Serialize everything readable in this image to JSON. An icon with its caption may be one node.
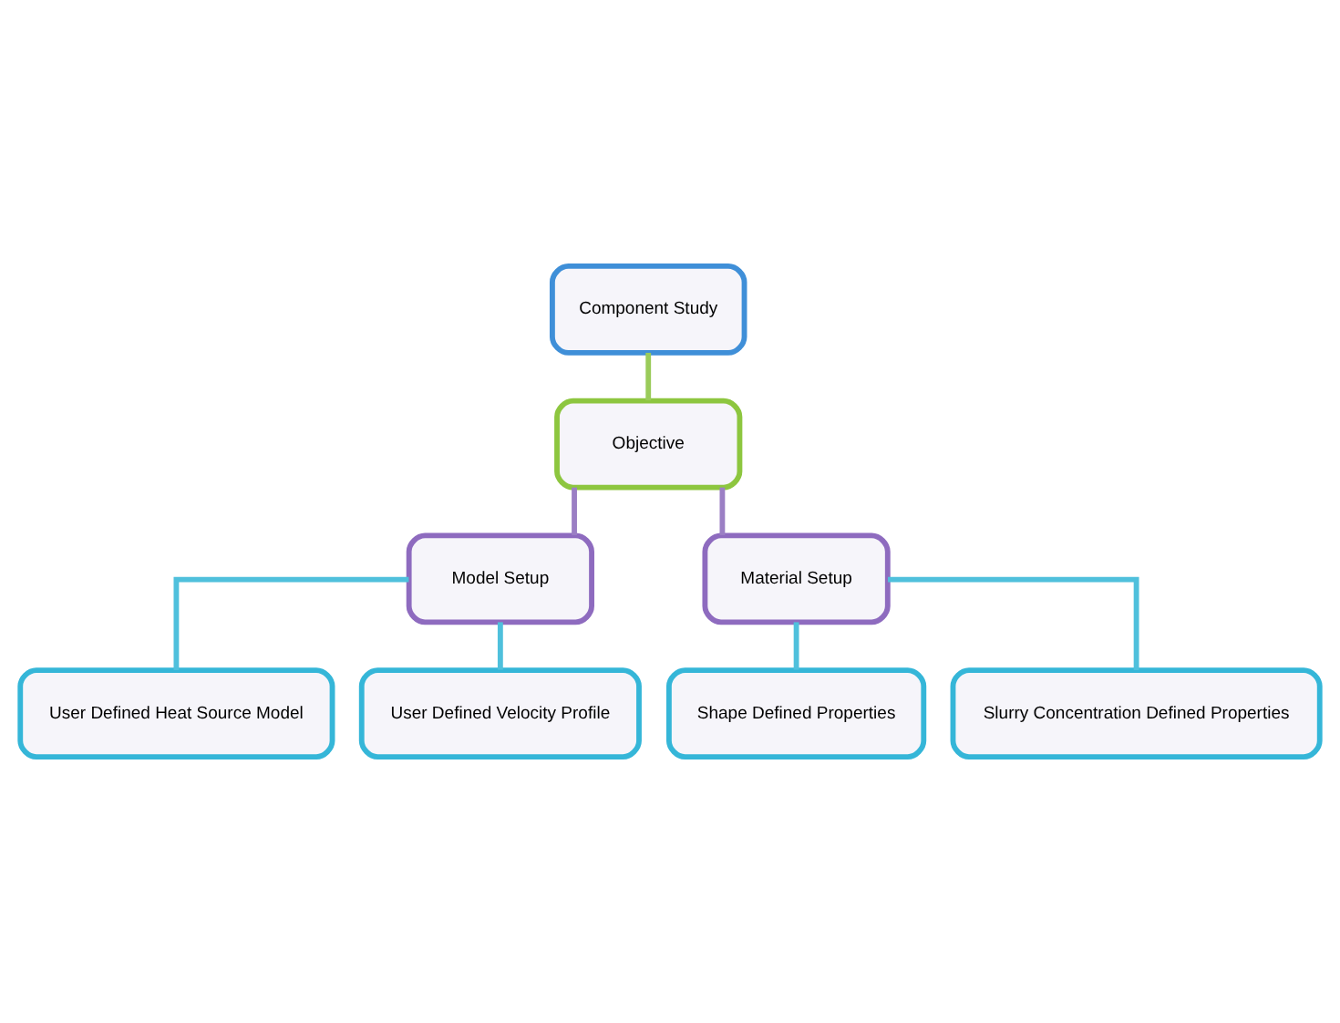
{
  "diagram": {
    "nodes": [
      {
        "text": [
          "Component Study"
        ]
      },
      {
        "text": [
          "Objective"
        ]
      },
      {
        "text": [
          "Model Setup"
        ]
      },
      {
        "text": [
          "Material Setup"
        ]
      },
      {
        "text": [
          "User Defined Heat Source Model"
        ]
      },
      {
        "text": [
          "User Defined Velocity Profile"
        ]
      },
      {
        "text": [
          "Shape Defined Properties"
        ]
      },
      {
        "text": [
          "Slurry Concentration Defined Properties"
        ]
      }
    ],
    "edges": [
      {
        "from": 0,
        "to": 1,
        "arrow": "none",
        "color": "#9acb5a"
      },
      {
        "from": 1,
        "to": 2,
        "arrow": "none",
        "color": "#9b7fc4"
      },
      {
        "from": 1,
        "to": 3,
        "arrow": "none",
        "color": "#9b7fc4"
      },
      {
        "from": 2,
        "to": 4,
        "arrow": "none"
      },
      {
        "from": 2,
        "to": 5,
        "arrow": "none"
      },
      {
        "from": 3,
        "to": 6,
        "arrow": "none"
      },
      {
        "from": 3,
        "to": 7,
        "arrow": "none"
      }
    ]
  }
}
